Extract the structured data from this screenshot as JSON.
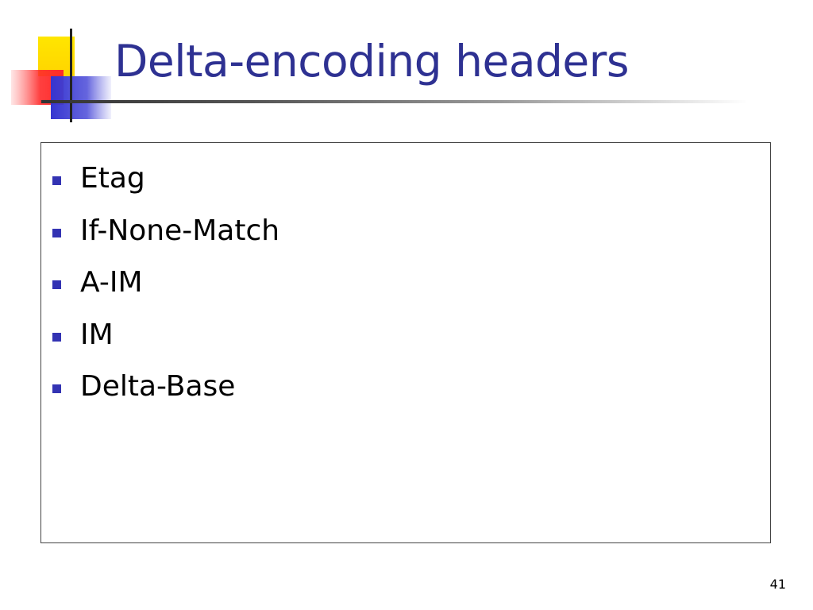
{
  "slide": {
    "title": "Delta-encoding headers",
    "bullets": [
      {
        "label": "Etag"
      },
      {
        "label": "If-None-Match"
      },
      {
        "label": "A-IM"
      },
      {
        "label": "IM"
      },
      {
        "label": "Delta-Base"
      }
    ],
    "page_number": "41"
  },
  "theme": {
    "title_color": "#2e3192",
    "bullet_color": "#3333b3",
    "logo_icon": "colored-squares-crosshair-icon"
  }
}
